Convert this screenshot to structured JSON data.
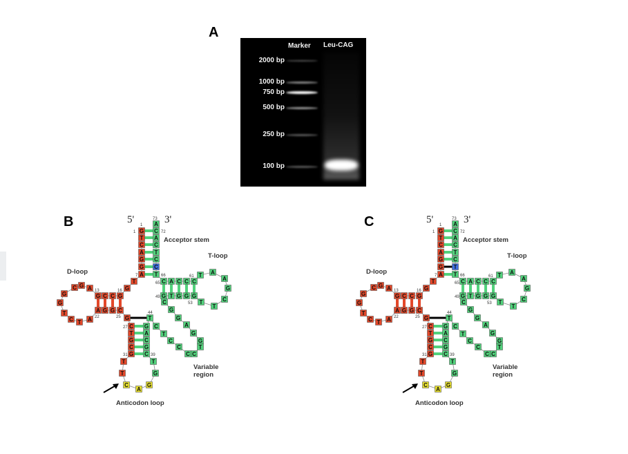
{
  "panels": {
    "a": "A",
    "b": "B",
    "c": "C"
  },
  "gel": {
    "lanes": [
      "Marker",
      "Leu-CAG"
    ],
    "ladder": [
      "2000 bp",
      "1000 bp",
      "750 bp",
      "500 bp",
      "250 bp",
      "100 bp"
    ]
  },
  "colors": {
    "red": "#e3482a",
    "green": "#52d27c",
    "blue": "#3f6fe0",
    "yellow": "#e6df2e"
  },
  "structure_labels": {
    "five_prime": "5'",
    "three_prime": "3'",
    "acceptor_stem": "Acceptor stem",
    "t_loop": "T-loop",
    "d_loop": "D-loop",
    "variable_region": [
      "Variable",
      "region"
    ],
    "anticodon_loop": "Anticodon loop",
    "numbers": [
      "1",
      "1",
      "72",
      "73",
      "7",
      "66",
      "65",
      "61",
      "49",
      "53",
      "13",
      "16",
      "22",
      "25",
      "27",
      "44",
      "31",
      "39"
    ]
  },
  "structures": [
    {
      "label": "B",
      "bases": "GTCAGGATGGCCGAGCGGTCTAAGGCGCTGCGTTCAGGTCGCAGTCTCCCCTGGAGGCGTGGGTTCGAATCCCACTCCTCACA",
      "base_67_color": "blue",
      "mismatch_pair": false
    },
    {
      "label": "C",
      "bases": "GTCAGGATGGCCGAGCGGTCTAAGGCGCTGCGTTCAGGTCGCAGTCTCCCCTGGAGGCGTGGGTTCGAATCCCACTTCTCACA",
      "base_67_color": "blue",
      "mismatch_pair": true
    }
  ]
}
